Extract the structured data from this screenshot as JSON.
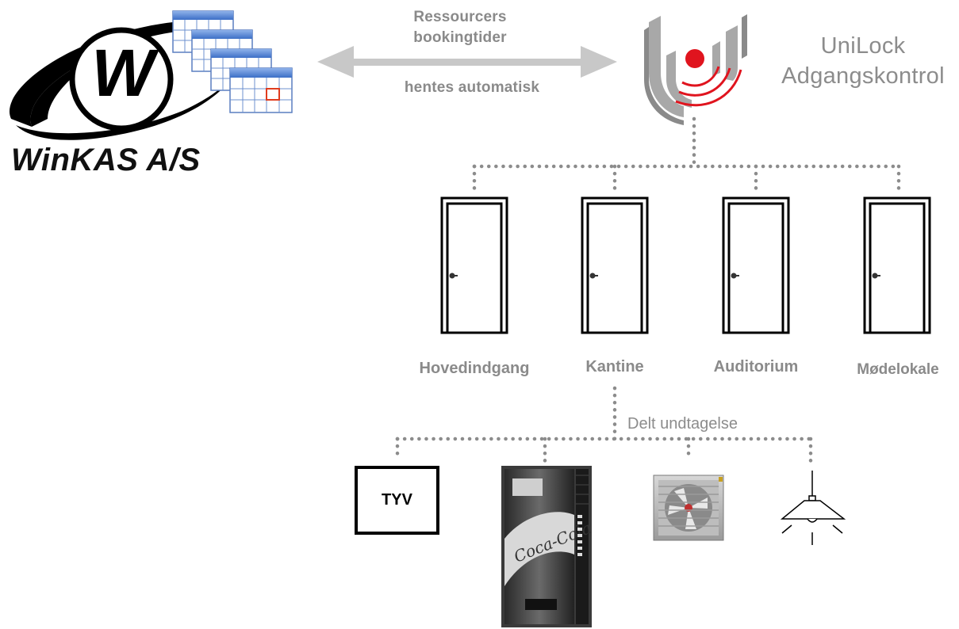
{
  "winkas": {
    "logo_letter": "W",
    "company_name": "WinKAS A/S"
  },
  "sync": {
    "line1": "Ressourcers",
    "line2": "bookingtider",
    "line3": "hentes automatisk"
  },
  "unilock": {
    "line1": "UniLock",
    "line2": "Adgangskontrol",
    "logo_colors": {
      "gray": "#a8a8a8",
      "red": "#e0141e"
    }
  },
  "doors": [
    {
      "label": "Hovedindgang"
    },
    {
      "label": "Kantine"
    },
    {
      "label": "Auditorium"
    },
    {
      "label": "Mødelokale"
    }
  ],
  "exception": {
    "label": "Delt undtagelse"
  },
  "devices": [
    {
      "kind": "alarm-box",
      "label": "TYV"
    },
    {
      "kind": "vending-machine",
      "brand": "Coca-Cola"
    },
    {
      "kind": "ventilation-fan"
    },
    {
      "kind": "ceiling-lamp"
    }
  ],
  "colors": {
    "connector": "#8c8c8c",
    "arrow": "#c8c8c8",
    "text_gray": "#8a8a8a",
    "calendar_blue": "#4a7fd0"
  }
}
